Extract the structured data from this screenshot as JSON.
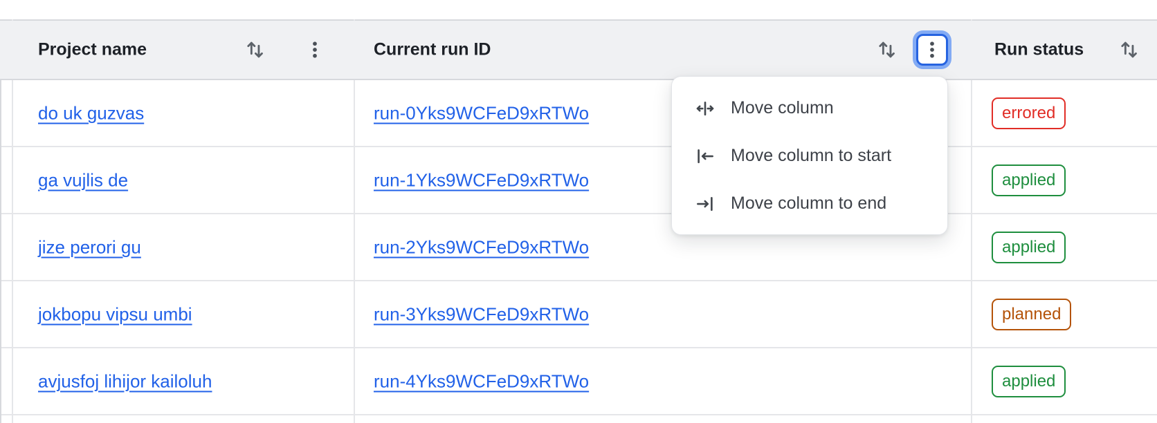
{
  "colors": {
    "link": "#2161e8",
    "header_bg": "#f0f1f3",
    "border_strong": "#d7d9dd",
    "border_light": "#e5e6e9",
    "header_text": "#1d2127",
    "menu_text": "#3d4148",
    "icon_gray": "#5c6269",
    "kebab_dot": "#4a5057",
    "focus_border": "#2663e0",
    "focus_ring": "#83abf4",
    "status_errored": "#e12d26",
    "status_applied": "#1e8e3e",
    "status_planned": "#b45309"
  },
  "table": {
    "columns": [
      {
        "label": "Project name"
      },
      {
        "label": "Current run ID"
      },
      {
        "label": "Run status"
      }
    ],
    "rows": [
      {
        "project": "do uk guzvas",
        "run_id": "run-0Yks9WCFeD9xRTWo",
        "status": "errored"
      },
      {
        "project": "ga vujlis de",
        "run_id": "run-1Yks9WCFeD9xRTWo",
        "status": "applied"
      },
      {
        "project": "jize perori gu",
        "run_id": "run-2Yks9WCFeD9xRTWo",
        "status": "applied"
      },
      {
        "project": "jokbopu vipsu umbi",
        "run_id": "run-3Yks9WCFeD9xRTWo",
        "status": "planned"
      },
      {
        "project": "avjusfoj lihijor kailoluh",
        "run_id": "run-4Yks9WCFeD9xRTWo",
        "status": "applied"
      }
    ]
  },
  "menu": {
    "items": [
      {
        "icon": "move-column-icon",
        "label": "Move column"
      },
      {
        "icon": "move-column-to-start-icon",
        "label": "Move column to start"
      },
      {
        "icon": "move-column-to-end-icon",
        "label": "Move column to end"
      }
    ]
  }
}
